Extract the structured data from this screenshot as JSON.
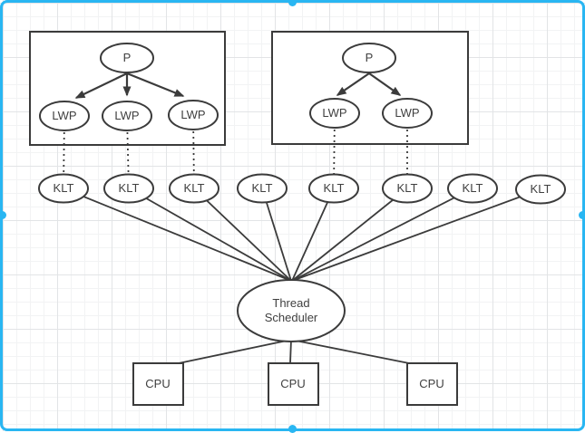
{
  "app": {
    "selection_color": "#29b6f2",
    "shape_stroke_color": "#3b3b3b",
    "shape_fill_color": "#ffffff",
    "text_color": "#404040",
    "grid_minor_color": "#f2f3f4",
    "grid_major_color": "#e2e4e6"
  },
  "diagram": {
    "process_groups": [
      {
        "process_label": "P",
        "lwp_labels": [
          "LWP",
          "LWP",
          "LWP"
        ]
      },
      {
        "process_label": "P",
        "lwp_labels": [
          "LWP",
          "LWP"
        ]
      }
    ],
    "klt_labels": [
      "KLT",
      "KLT",
      "KLT",
      "KLT",
      "KLT",
      "KLT",
      "KLT",
      "KLT"
    ],
    "scheduler": {
      "label": "Thread Scheduler"
    },
    "cpu_labels": [
      "CPU",
      "CPU",
      "CPU"
    ],
    "edges": {
      "process_to_lwp_arrows": [
        [
          "P1",
          "LWP1"
        ],
        [
          "P1",
          "LWP2"
        ],
        [
          "P1",
          "LWP3"
        ],
        [
          "P2",
          "LWP4"
        ],
        [
          "P2",
          "LWP5"
        ]
      ],
      "lwp_to_klt_dotted": [
        [
          "LWP1",
          "KLT1"
        ],
        [
          "LWP2",
          "KLT2"
        ],
        [
          "LWP3",
          "KLT3"
        ],
        [
          "LWP4",
          "KLT5"
        ],
        [
          "LWP5",
          "KLT6"
        ]
      ],
      "klt_to_scheduler": [
        "KLT1",
        "KLT2",
        "KLT3",
        "KLT4",
        "KLT5",
        "KLT6",
        "KLT7",
        "KLT8"
      ],
      "scheduler_to_cpu": [
        "CPU1",
        "CPU2",
        "CPU3"
      ]
    }
  }
}
